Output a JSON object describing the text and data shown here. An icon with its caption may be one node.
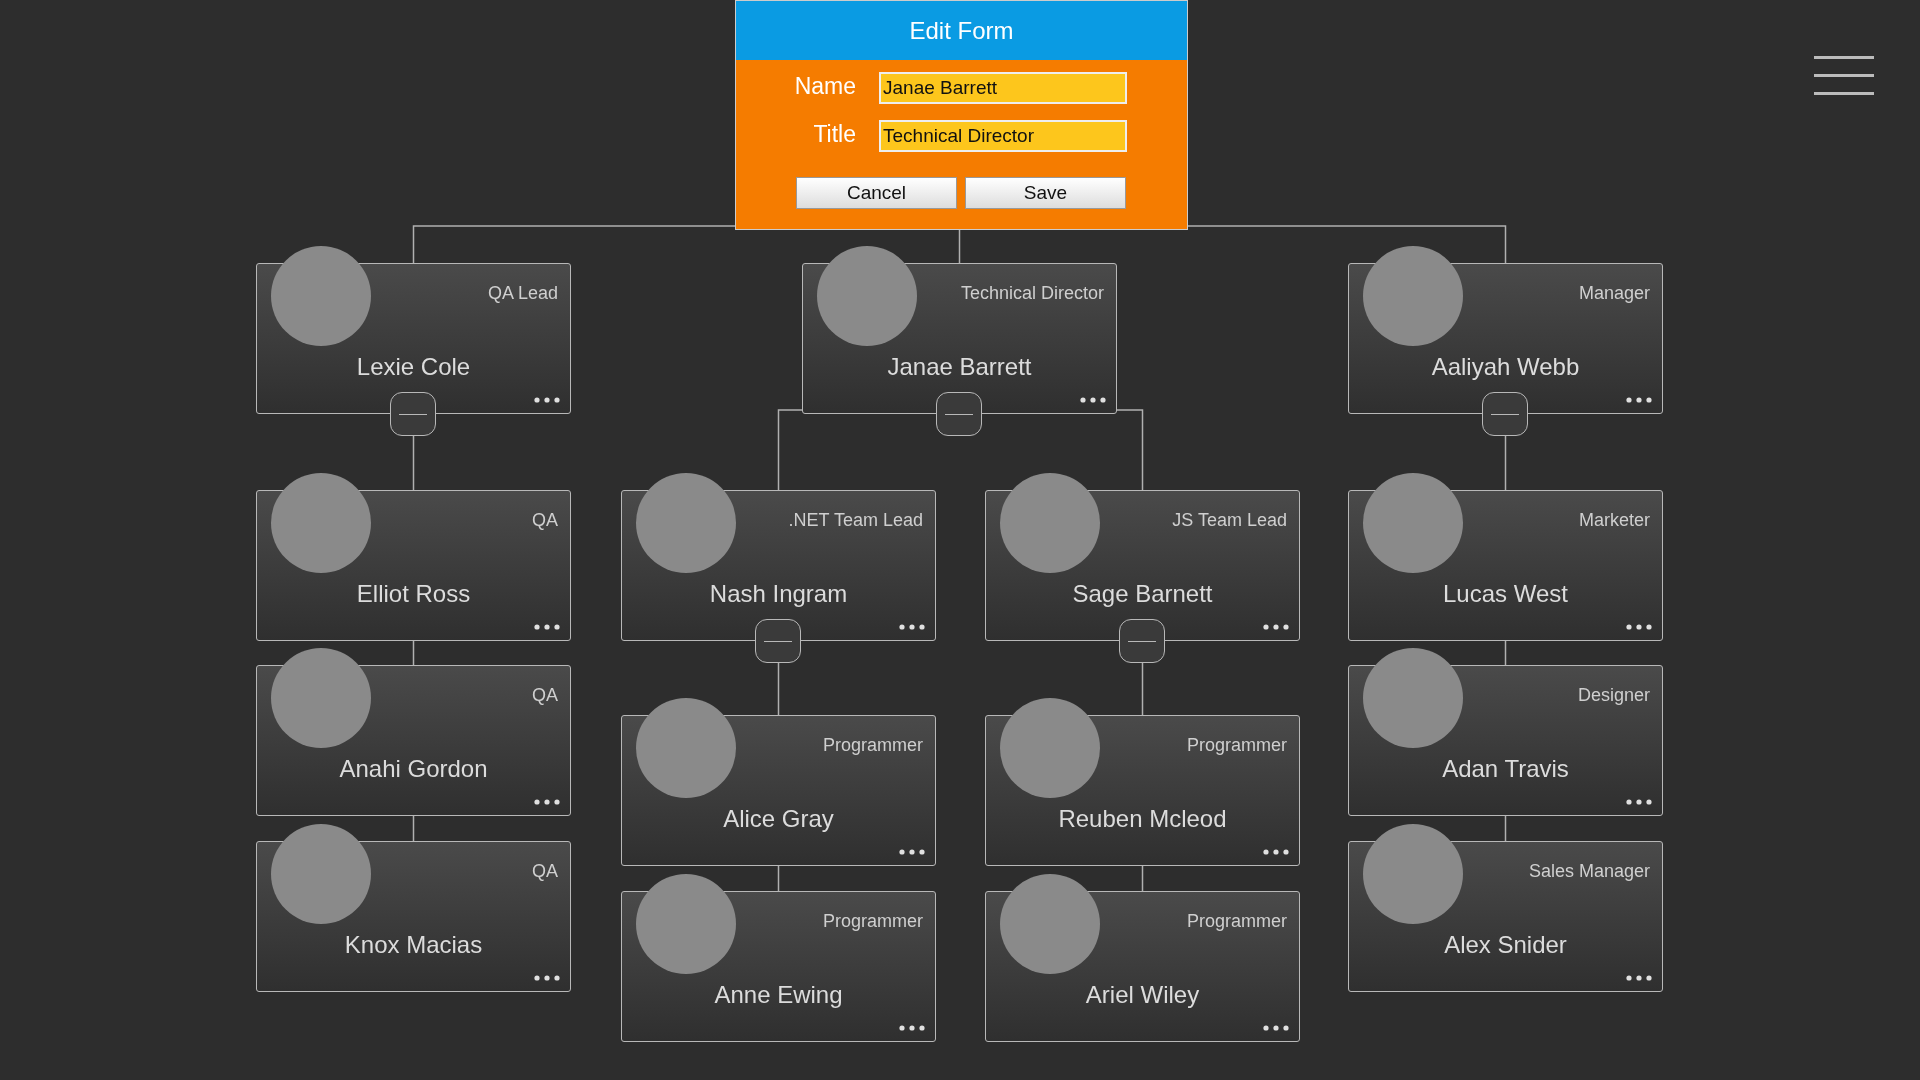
{
  "diagram": {
    "nodes": [
      {
        "text": [
          "Edit Form",
          "Name",
          "Janae Barrett",
          "Title",
          "Technical Director",
          "Cancel",
          "Save"
        ]
      },
      {
        "text": [
          "QA Lead",
          "Lexie Cole"
        ]
      },
      {
        "text": [
          "Technical Director",
          "Janae Barrett"
        ]
      },
      {
        "text": [
          "Manager",
          "Aaliyah Webb"
        ]
      },
      {
        "text": [
          "QA",
          "Elliot Ross"
        ]
      },
      {
        "text": [
          ".NET Team Lead",
          "Nash Ingram"
        ]
      },
      {
        "text": [
          "JS Team Lead",
          "Sage Barnett"
        ]
      },
      {
        "text": [
          "Marketer",
          "Lucas West"
        ]
      },
      {
        "text": [
          "QA",
          "Anahi Gordon"
        ]
      },
      {
        "text": [
          "Programmer",
          "Alice Gray"
        ]
      },
      {
        "text": [
          "Programmer",
          "Reuben Mcleod"
        ]
      },
      {
        "text": [
          "Designer",
          "Adan Travis"
        ]
      },
      {
        "text": [
          "QA",
          "Knox Macias"
        ]
      },
      {
        "text": [
          "Programmer",
          "Anne Ewing"
        ]
      },
      {
        "text": [
          "Programmer",
          "Ariel Wiley"
        ]
      },
      {
        "text": [
          "Sales Manager",
          "Alex Snider"
        ]
      }
    ],
    "edges": [
      {
        "from": 0,
        "to": 1,
        "arrow": "none"
      },
      {
        "from": 0,
        "to": 2,
        "arrow": "none"
      },
      {
        "from": 0,
        "to": 3,
        "arrow": "none"
      },
      {
        "from": 1,
        "to": 4,
        "arrow": "none"
      },
      {
        "from": 4,
        "to": 8,
        "arrow": "none"
      },
      {
        "from": 8,
        "to": 12,
        "arrow": "none"
      },
      {
        "from": 2,
        "to": 5,
        "arrow": "none"
      },
      {
        "from": 2,
        "to": 6,
        "arrow": "none"
      },
      {
        "from": 5,
        "to": 9,
        "arrow": "none"
      },
      {
        "from": 9,
        "to": 13,
        "arrow": "none"
      },
      {
        "from": 6,
        "to": 10,
        "arrow": "none"
      },
      {
        "from": 10,
        "to": 14,
        "arrow": "none"
      },
      {
        "from": 3,
        "to": 7,
        "arrow": "none"
      },
      {
        "from": 7,
        "to": 11,
        "arrow": "none"
      },
      {
        "from": 11,
        "to": 15,
        "arrow": "none"
      }
    ]
  }
}
